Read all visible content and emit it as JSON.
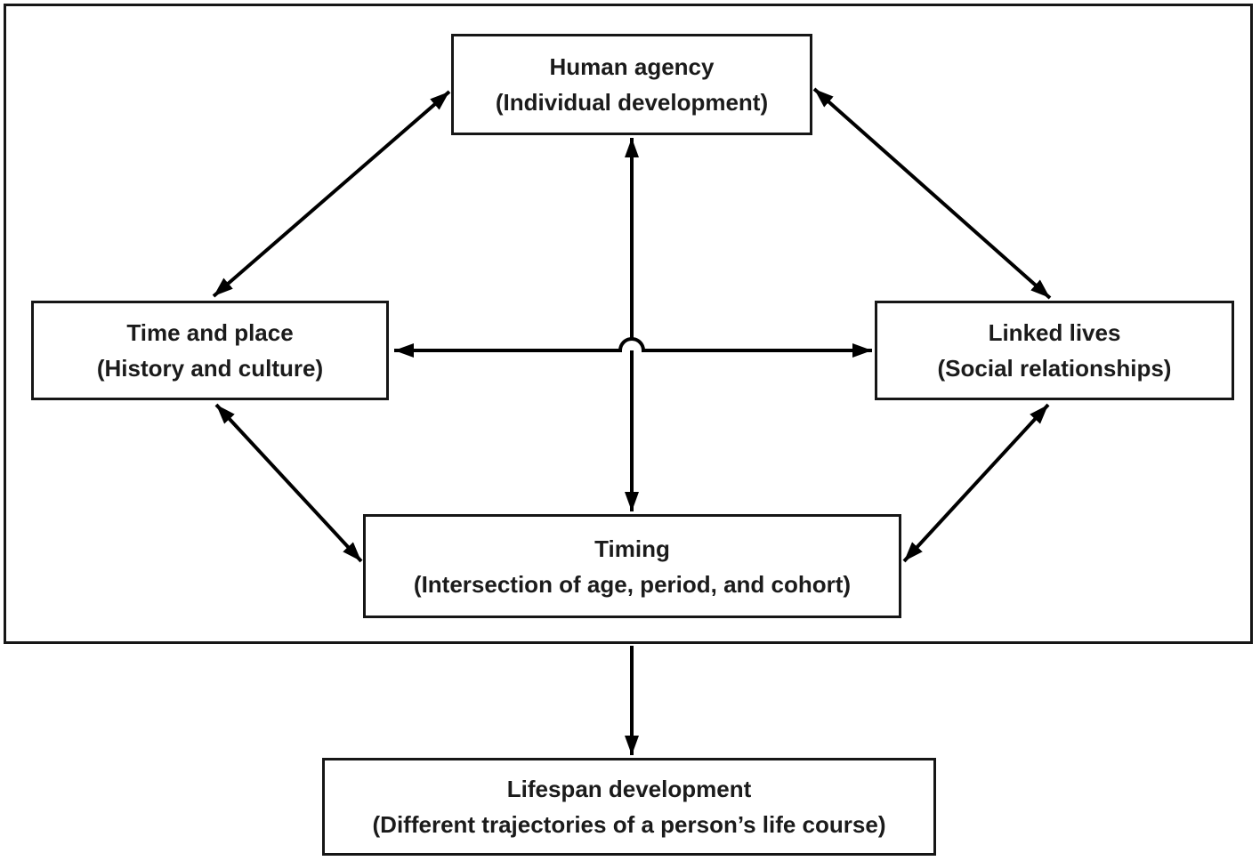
{
  "diagram": {
    "nodes": {
      "human_agency": {
        "line1": "Human agency",
        "line2": "(Individual development)"
      },
      "time_and_place": {
        "line1": "Time and place",
        "line2": "(History and culture)"
      },
      "linked_lives": {
        "line1": "Linked lives",
        "line2": "(Social relationships)"
      },
      "timing": {
        "line1": "Timing",
        "line2": "(Intersection of age, period, and cohort)"
      },
      "lifespan_development": {
        "line1": "Lifespan development",
        "line2": "(Different trajectories of a person’s life course)"
      }
    },
    "edges": [
      {
        "from": "human_agency",
        "to": "time_and_place",
        "type": "bidirectional"
      },
      {
        "from": "human_agency",
        "to": "linked_lives",
        "type": "bidirectional"
      },
      {
        "from": "human_agency",
        "to": "timing",
        "type": "bidirectional"
      },
      {
        "from": "time_and_place",
        "to": "linked_lives",
        "type": "bidirectional"
      },
      {
        "from": "time_and_place",
        "to": "timing",
        "type": "bidirectional"
      },
      {
        "from": "linked_lives",
        "to": "timing",
        "type": "bidirectional"
      },
      {
        "from": "timing_frame",
        "to": "lifespan_development",
        "type": "directed"
      }
    ],
    "colors": {
      "line": "#000000",
      "border": "#161616",
      "text": "#1b1b1b",
      "background": "#ffffff"
    }
  }
}
